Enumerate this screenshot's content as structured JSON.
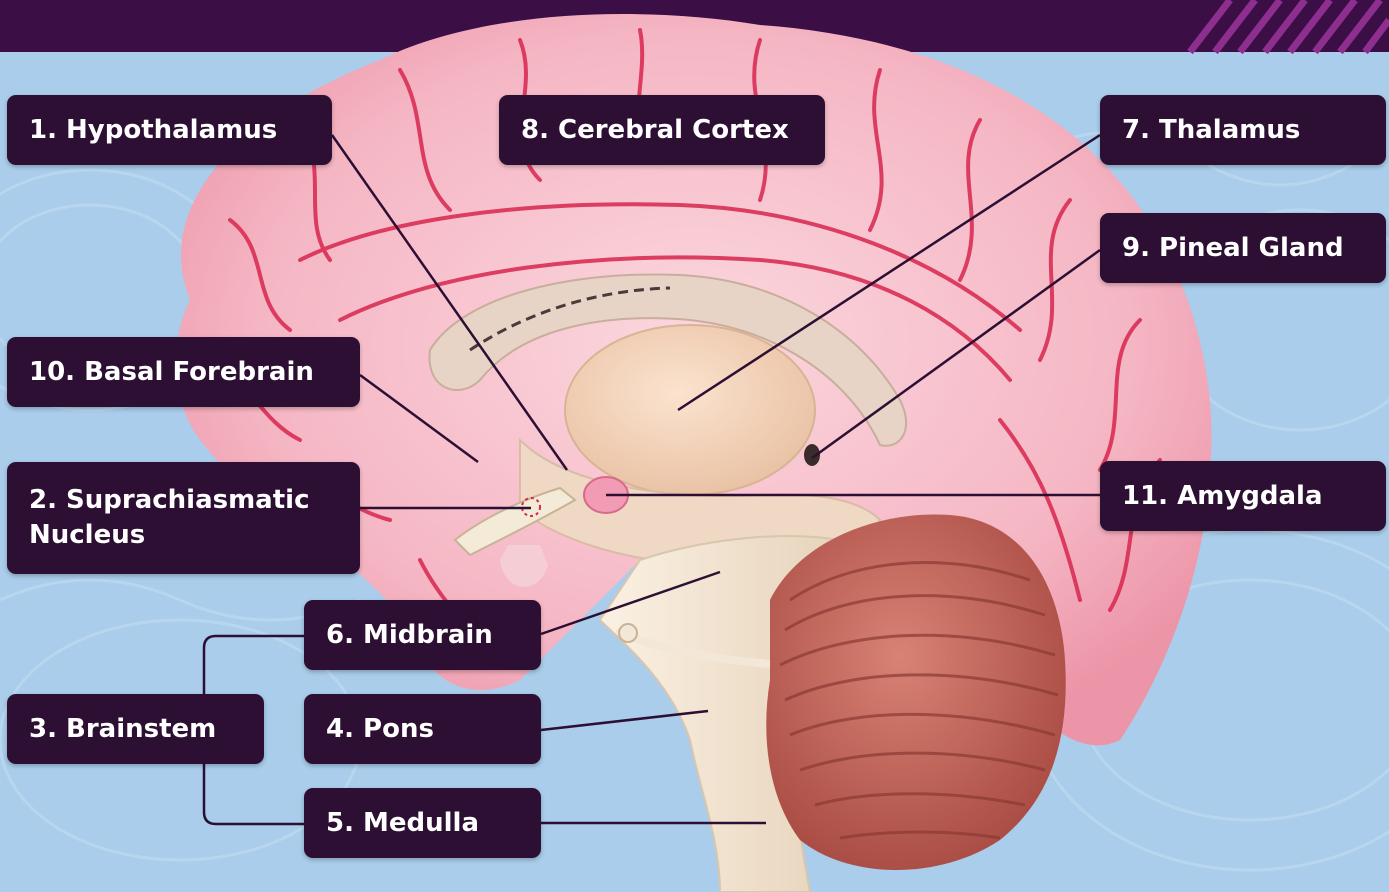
{
  "labels": {
    "hypothalamus": "1. Hypothalamus",
    "suprachiasmatic_line1": "2. Suprachiasmatic",
    "suprachiasmatic_line2": "Nucleus",
    "brainstem": "3. Brainstem",
    "pons": "4. Pons",
    "medulla": "5. Medulla",
    "midbrain": "6. Midbrain",
    "thalamus": "7. Thalamus",
    "cerebral_cortex": "8. Cerebral Cortex",
    "pineal_gland": "9. Pineal Gland",
    "basal_forebrain": "10. Basal Forebrain",
    "amygdala": "11. Amygdala"
  },
  "colors": {
    "label_bg": "#2c0f33",
    "label_text": "#ffffff",
    "background_blue": "#a9cdea",
    "top_band": "#3b0f45",
    "cortex_pink": "#f6bcc9",
    "sulci_red": "#d8264e",
    "cerebellum": "#c9695f",
    "brainstem": "#f3e5d3"
  }
}
